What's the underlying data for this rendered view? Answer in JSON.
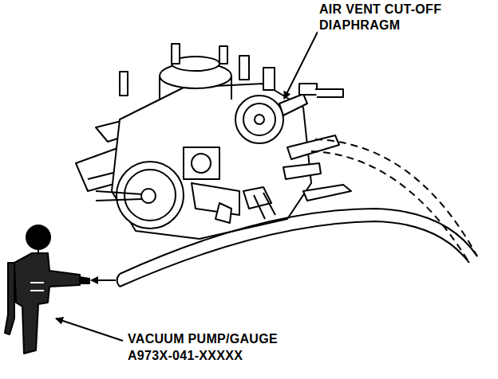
{
  "diagram": {
    "labels": [
      "AIR VENT CUT-OFF DIAPHRAGM",
      "VACUUM PUMP/GAUGE",
      "A973X-041-XXXXX"
    ]
  }
}
